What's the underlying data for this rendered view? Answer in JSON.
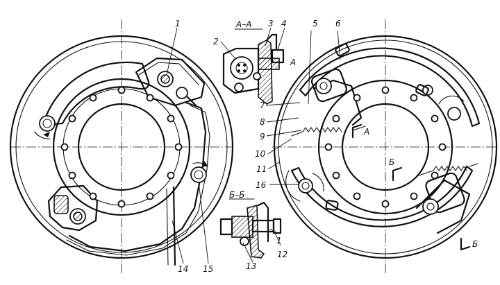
{
  "labels": {
    "n1_top": "1",
    "n1_bottom": "1",
    "n2": "2",
    "n3": "3",
    "n4": "4",
    "n5": "5",
    "n6": "6",
    "n7": "7",
    "n8": "8",
    "n9": "9",
    "n10": "10",
    "n11": "11",
    "n12": "12",
    "n13": "13",
    "n14": "14",
    "n15": "15",
    "n16": "16"
  },
  "sections": {
    "aa_title": "А–А",
    "bb_title": "Б–Б",
    "a_mark_top": "А",
    "a_mark_inner": "А",
    "b_mark_inner": "Б",
    "b_mark_bottom": "Б"
  }
}
